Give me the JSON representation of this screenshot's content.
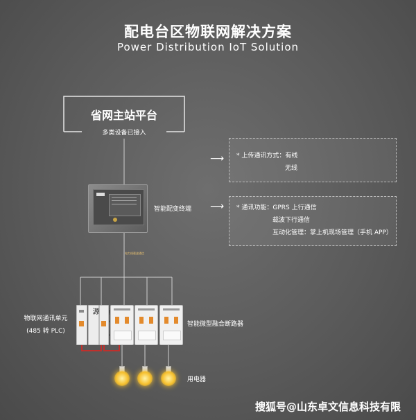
{
  "header": {
    "title_cn": "配电台区物联网解决方案",
    "title_en": "Power Distribution IoT Solution"
  },
  "platform": {
    "title": "省网主站平台",
    "subtitle": "多类设备已接入"
  },
  "uplink_box": {
    "line1": "* 上传通讯方式：有线",
    "line2": "无线"
  },
  "terminal": {
    "label": "智能配变终端",
    "tag": "电力线载波通信"
  },
  "comm_box": {
    "line1": "* 通讯功能：GPRS 上行通信",
    "line2": "载波下行通信",
    "line3": "互动化管理：掌上机现场管理（手机 APP）"
  },
  "iot_unit": {
    "label_line1": "物联网通讯单元",
    "label_line2": "(485 转 PLC)",
    "module_text": "通讯+电源"
  },
  "breaker_label": "智能微型融合断路器",
  "appliance_label": "用电器",
  "watermark": "搜狐号@山东卓文信息科技有限",
  "colors": {
    "accent_orange": "#e38a2c",
    "cable_red": "#c0302c",
    "bulb_yellow": "#f6c02e"
  },
  "icons": [
    "arrow-right-icon",
    "light-bulb-icon",
    "distribution-terminal-icon",
    "circuit-breaker-icon"
  ]
}
